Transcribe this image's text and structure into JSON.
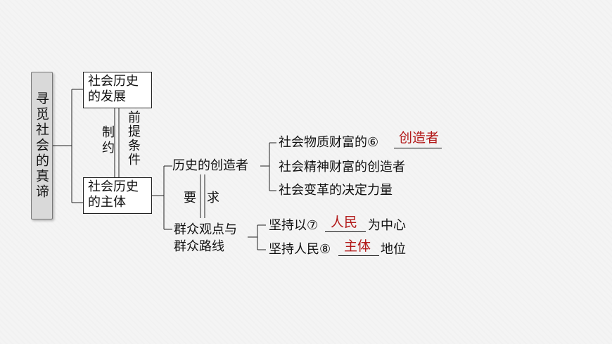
{
  "root_title": "寻觅社会的真谛",
  "node_development": "社会历史的发展",
  "node_subject": "社会历史的主体",
  "label_constrain": "制约",
  "label_prerequisite": "前提条件",
  "label_require": "要求",
  "node_creator": "历史的创造者",
  "item_material": "社会物质财富的⑥",
  "answer_6": "创造者",
  "item_spiritual": "社会精神财富的创造者",
  "item_force": "社会变革的决定力量",
  "node_mass_line_1": "群众观点与",
  "node_mass_line_2": "群众路线",
  "item_center_prefix": "坚持以⑦",
  "answer_7": "人民",
  "item_center_suffix": "为中心",
  "item_status_prefix": "坚持人民⑧",
  "answer_8": "主体",
  "item_status_suffix": "地位",
  "colors": {
    "answer": "#b31b1b",
    "root_fill": "#d9d9d9"
  }
}
